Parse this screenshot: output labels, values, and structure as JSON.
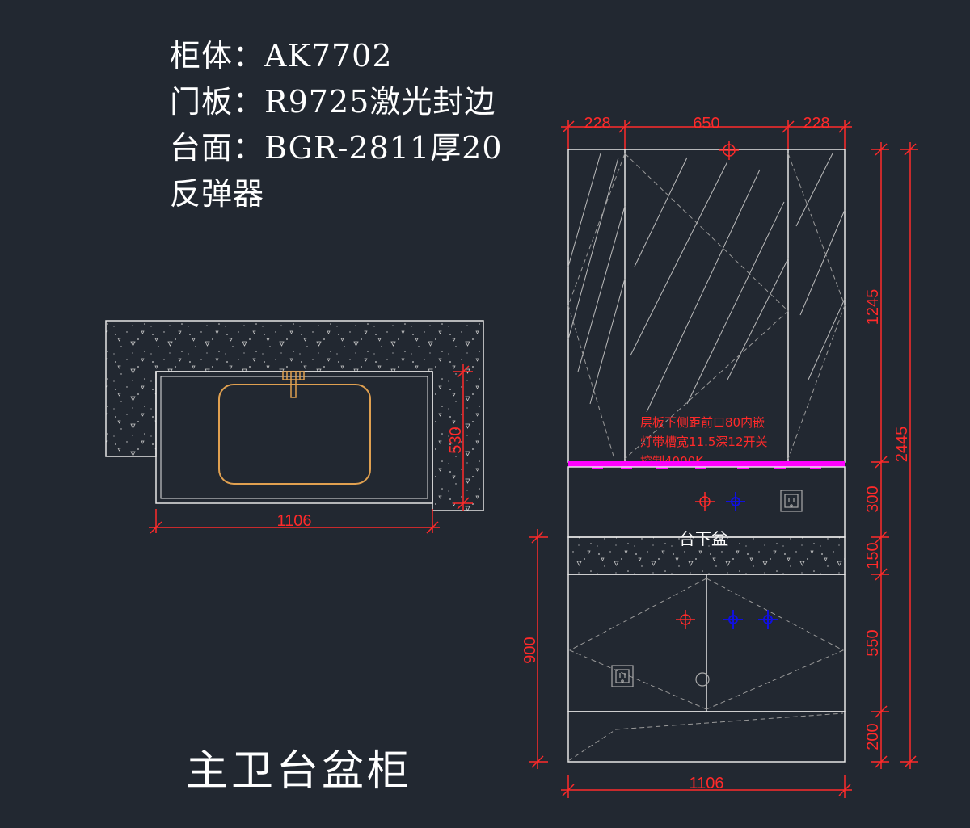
{
  "specs": {
    "cabinet": "柜体：AK7702",
    "door": "门板：R9725激光封边",
    "countertop": "台面：BGR-2811厚20",
    "extra": "反弹器"
  },
  "title": "主卫台盆柜",
  "plan_view": {
    "width_dim": "1106",
    "depth_dim": "530"
  },
  "elevation": {
    "top_dims": [
      "228",
      "650",
      "228"
    ],
    "bottom_width_dim": "1106",
    "right_dims": [
      "1245",
      "300",
      "150",
      "550",
      "200"
    ],
    "total_height_dim": "2445",
    "counter_height_dim": "900",
    "basin_label": "台下盆",
    "note_lines": [
      "层板下侧距前口80内嵌",
      "灯带槽宽11.5深12开关",
      "控制4000K"
    ]
  },
  "colors": {
    "background": "#222831",
    "line": "#e6e6e6",
    "dimension": "#ff2a2a",
    "basin": "#e0a050",
    "led_strip": "#ff00ff",
    "water_blue": "#1010e0"
  }
}
